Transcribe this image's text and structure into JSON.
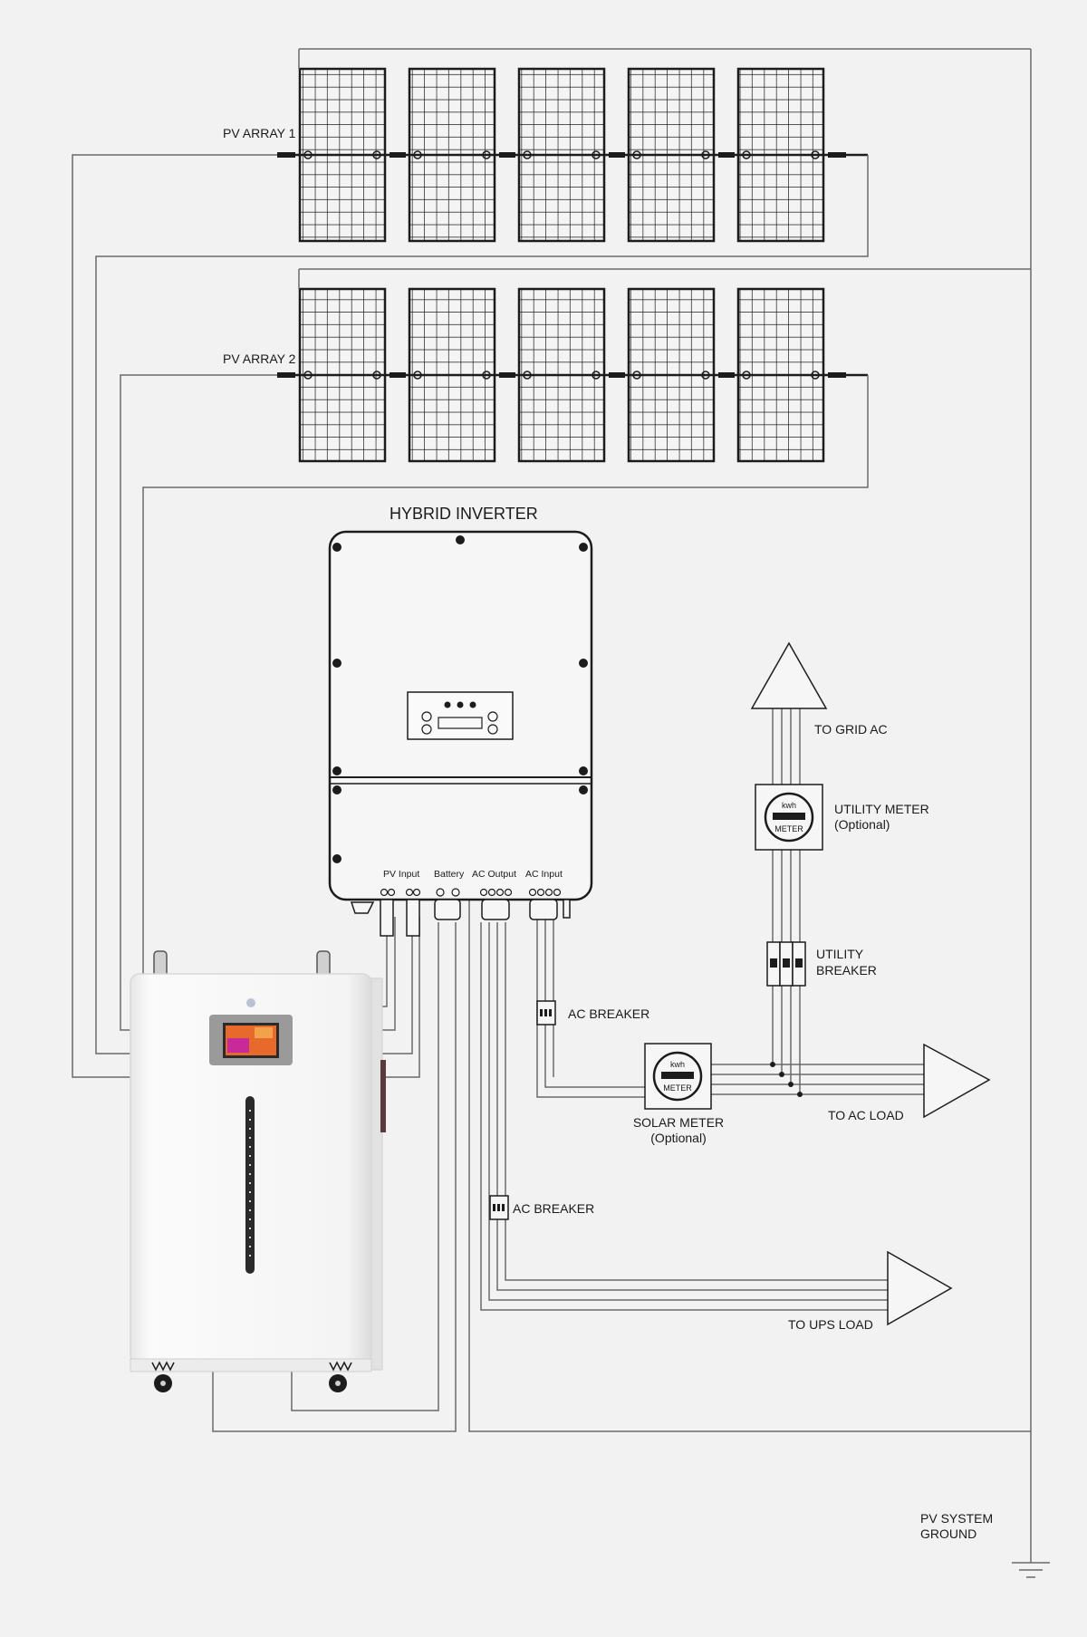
{
  "pv_arrays": [
    {
      "label": "PV ARRAY 1"
    },
    {
      "label": "PV ARRAY 2"
    }
  ],
  "inverter": {
    "title": "HYBRID INVERTER",
    "ports": {
      "pv_input": "PV Input",
      "battery": "Battery",
      "ac_output": "AC Output",
      "ac_input": "AC Input"
    }
  },
  "grid": {
    "label": "TO GRID AC"
  },
  "utility_meter": {
    "label": "UTILITY METER",
    "note": "(Optional)",
    "unit": "kwh",
    "text": "METER"
  },
  "utility_breaker": {
    "line1": "UTILITY",
    "line2": "BREAKER"
  },
  "ac_breaker_1": {
    "label": "AC BREAKER"
  },
  "ac_breaker_2": {
    "label": "AC BREAKER"
  },
  "solar_meter": {
    "label": "SOLAR METER",
    "note": "(Optional)",
    "unit": "kwh",
    "text": "METER"
  },
  "ac_load": {
    "label": "TO AC LOAD"
  },
  "ups_load": {
    "label": "TO UPS LOAD"
  },
  "ground": {
    "line1": "PV SYSTEM",
    "line2": "GROUND"
  },
  "colors": {
    "background": "#f2f2f2",
    "line": "#6a6a6a",
    "panel": "#1c1c1c",
    "battery_body": "#f7f7f7",
    "screen_accent": "#e8692c"
  }
}
